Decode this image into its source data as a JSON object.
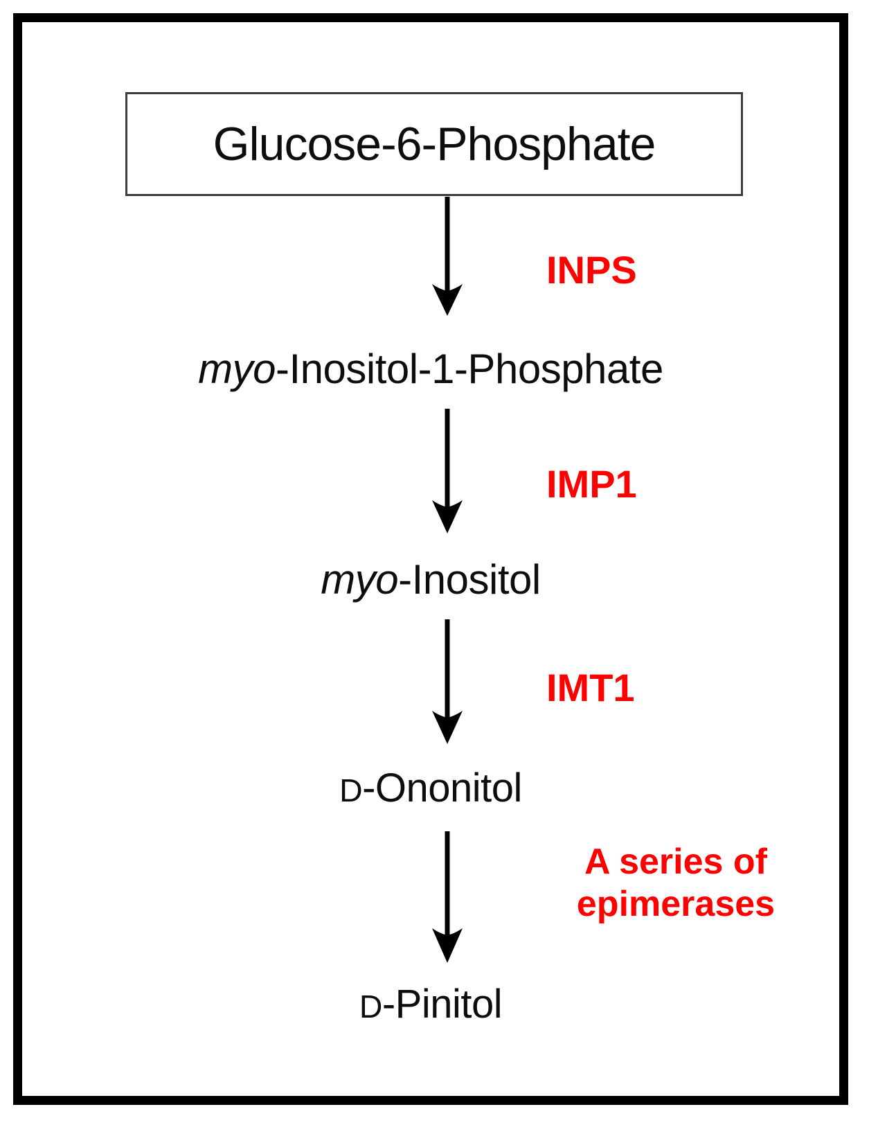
{
  "figure": {
    "type": "metabolic-pathway-flowchart",
    "orientation": "vertical-top-to-bottom",
    "colors": {
      "enzyme_label": "#FF0000",
      "node_text": "#0D0D0D",
      "frame_border": "#000000",
      "box_border": "#3C3C3C",
      "background": "#FFFFFF"
    }
  },
  "nodes": [
    {
      "id": "glucose-6-phosphate",
      "label": "Glucose-6-Phosphate",
      "boxed": true
    },
    {
      "id": "myo-inositol-1-phosphate",
      "italic_prefix": "myo",
      "rest": "-Inositol-1-Phosphate",
      "label": "myo-Inositol-1-Phosphate",
      "boxed": false
    },
    {
      "id": "myo-inositol",
      "italic_prefix": "myo",
      "rest": "-Inositol",
      "label": "myo-Inositol",
      "boxed": false
    },
    {
      "id": "d-ononitol",
      "smallcap_prefix": "D",
      "rest": "-Ononitol",
      "label": "D-Ononitol",
      "boxed": false
    },
    {
      "id": "d-pinitol",
      "smallcap_prefix": "D",
      "rest": "-Pinitol",
      "label": "D-Pinitol",
      "boxed": false
    }
  ],
  "arrows": [
    {
      "id": "arrow-1",
      "from": "glucose-6-phosphate",
      "to": "myo-inositol-1-phosphate",
      "enzyme": "INPS"
    },
    {
      "id": "arrow-2",
      "from": "myo-inositol-1-phosphate",
      "to": "myo-inositol",
      "enzyme": "IMP1"
    },
    {
      "id": "arrow-3",
      "from": "myo-inositol",
      "to": "d-ononitol",
      "enzyme": "IMT1"
    },
    {
      "id": "arrow-4",
      "from": "d-ononitol",
      "to": "d-pinitol",
      "enzyme": "A series of epimerases"
    }
  ],
  "enzymes": {
    "inps": "INPS",
    "imp1": "IMP1",
    "imt1": "IMT1",
    "epimerases_line1": "A series of",
    "epimerases_line2": "epimerases"
  }
}
